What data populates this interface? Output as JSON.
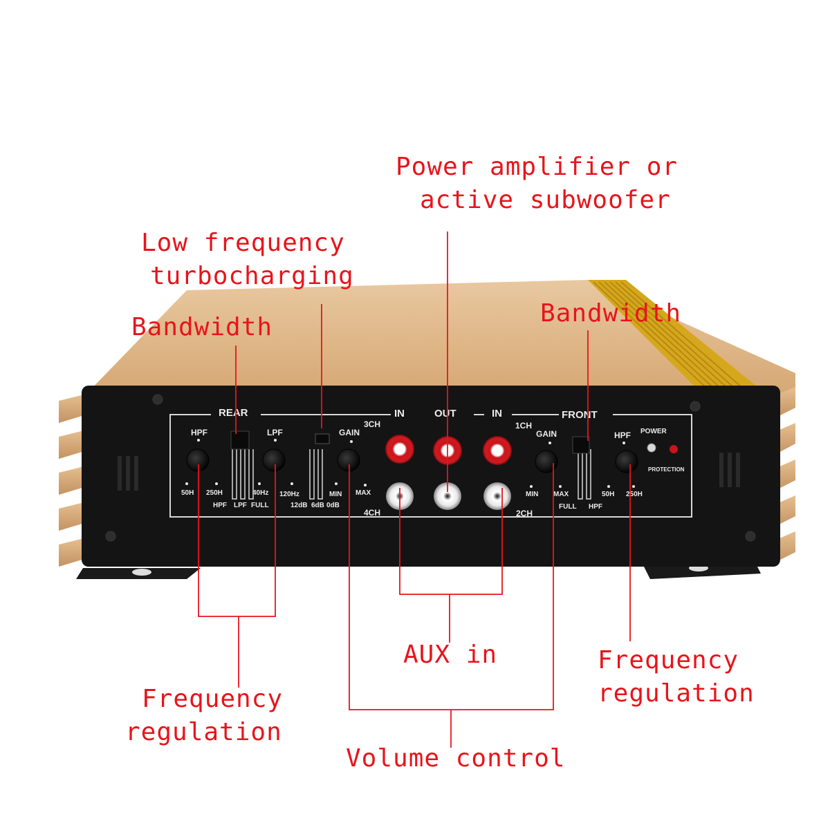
{
  "callouts": {
    "power_amp_line1": "Power amplifier or",
    "power_amp_line2": "active subwoofer",
    "low_freq_line1": "Low frequency",
    "low_freq_line2": "turbocharging",
    "bandwidth_left": "Bandwidth",
    "bandwidth_right": "Bandwidth",
    "aux_in": "AUX in",
    "freq_reg_left_line1": "Frequency",
    "freq_reg_left_line2": "regulation",
    "freq_reg_right_line1": "Frequency",
    "freq_reg_right_line2": "regulation",
    "volume_control": "Volume control"
  },
  "panel": {
    "rear": "REAR",
    "front": "FRONT",
    "in_left": "IN",
    "out": "OUT",
    "in_right": "IN",
    "ch3": "3CH",
    "ch4": "4CH",
    "ch1": "1CH",
    "ch2": "2CH",
    "hpf_rear": "HPF",
    "lpf_rear": "LPF",
    "gain_rear": "GAIN",
    "gain_front": "GAIN",
    "hpf_front": "HPF",
    "power": "POWER",
    "protection": "PROTECTION",
    "l_50h": "50H",
    "l_250h": "250H",
    "l_40hz": "40Hz",
    "l_120hz": "120Hz",
    "l_min": "MIN",
    "l_max": "MAX",
    "sw_hpf": "HPF",
    "sw_lpf": "LPF",
    "sw_full": "FULL",
    "bass_12db": "12dB",
    "bass_6db": "6dB",
    "bass_0db": "0dB",
    "r_min": "MIN",
    "r_max": "MAX",
    "r_full": "FULL",
    "r_hpf": "HPF",
    "r_50h": "50H",
    "r_250h": "250H"
  },
  "colors": {
    "callout": "#e8141b",
    "chassis_gold": "#d9b07e",
    "panel_black": "#141414",
    "rca_red": "#c8141b"
  }
}
